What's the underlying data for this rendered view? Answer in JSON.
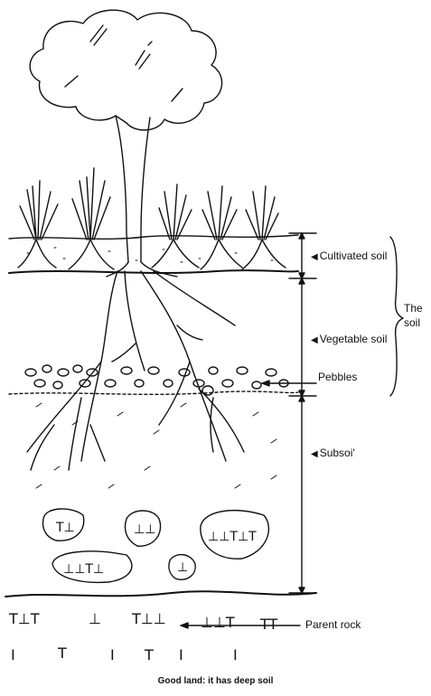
{
  "labels": {
    "cultivated_soil": "Cultivated soil",
    "vegetable_soil": "Vegetable soil",
    "pebbles": "Pebbles",
    "subsoil": "Subsoi'",
    "parent_rock": "Parent rock",
    "the_soil_line1": "The",
    "the_soil_line2": "soil"
  },
  "caption": "Good land: it has deep soil"
}
